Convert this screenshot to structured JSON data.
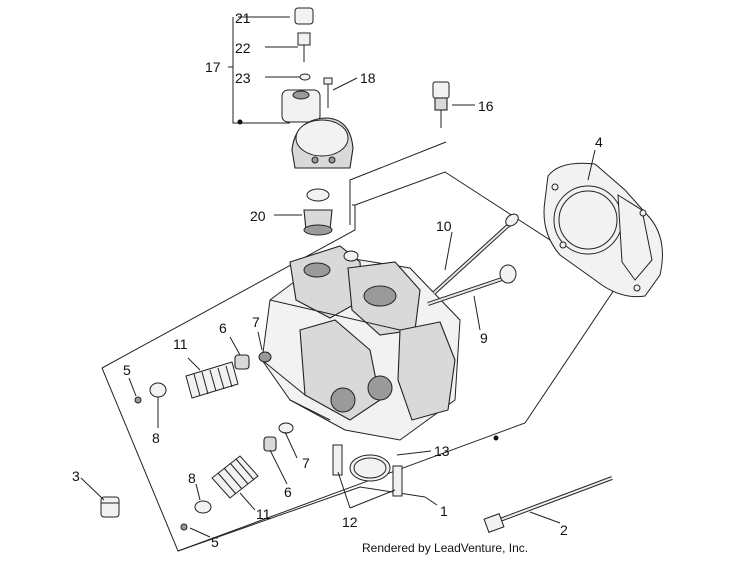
{
  "callouts": {
    "c1": "1",
    "c2": "2",
    "c3": "3",
    "c4": "4",
    "c5a": "5",
    "c5b": "5",
    "c6a": "6",
    "c6b": "6",
    "c7a": "7",
    "c7b": "7",
    "c8a": "8",
    "c8b": "8",
    "c9": "9",
    "c10": "10",
    "c11a": "11",
    "c11b": "11",
    "c12": "12",
    "c13": "13",
    "c16": "16",
    "c17": "17",
    "c18": "18",
    "c20": "20",
    "c21": "21",
    "c22": "22",
    "c23": "23"
  },
  "footer": "Rendered by LeadVenture, Inc."
}
